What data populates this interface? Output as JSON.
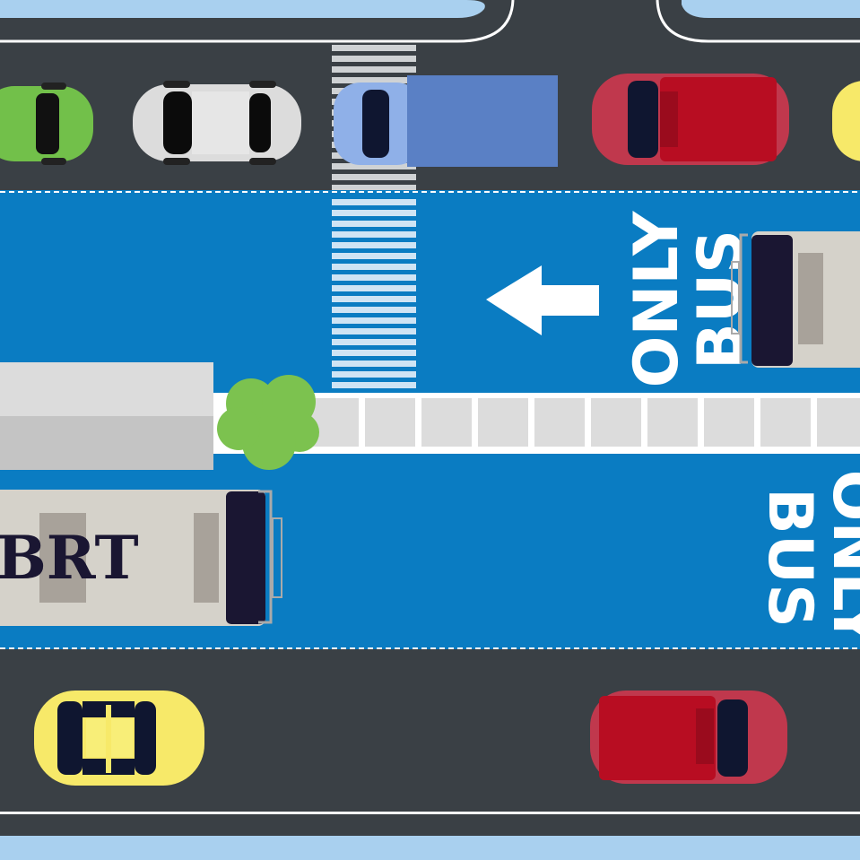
{
  "scene": {
    "bus_body_label": "BRT",
    "lane_marking_upper": [
      "ONLY",
      "BUS"
    ],
    "lane_marking_lower": [
      "BUS",
      "ONLY"
    ],
    "arrow_direction": "left",
    "lane_count": 4
  },
  "colors": {
    "road": "#3a4045",
    "bus_lane": "#0a7cc2",
    "sidewalk_top": "#a9d0ef",
    "median": "#ffffff",
    "tree": "#7cc24f",
    "car_green": "#72c04a",
    "car_white": "#dcdcdc",
    "car_red": "#b80d22",
    "car_yellow": "#f7e969",
    "truck_blue": "#5a80c5",
    "bus_body": "#d5d2ca",
    "bus_windshield": "#1a1632",
    "station": "#c4c4c4"
  }
}
